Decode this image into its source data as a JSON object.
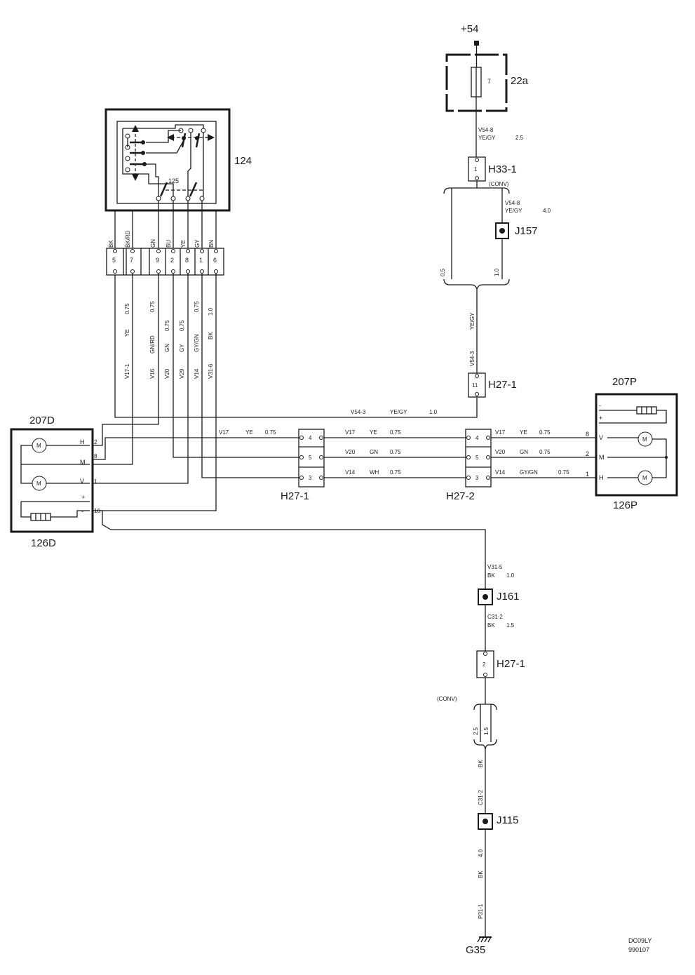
{
  "power": {
    "label": "+54"
  },
  "fuse": {
    "label": "22a",
    "number": "7"
  },
  "components": {
    "c124": "124",
    "c125": "125",
    "c207D": "207D",
    "c126D": "126D",
    "c207P": "207P",
    "c126P": "126P"
  },
  "connectors": {
    "h33": {
      "label": "H33-1",
      "pin": "1"
    },
    "h27_top": {
      "label": "H27-1",
      "pin": "11"
    },
    "h27_left": {
      "label": "H27-1",
      "pins": [
        "4",
        "5",
        "3"
      ]
    },
    "h27_right": {
      "label": "H27-2",
      "pins": [
        "4",
        "5",
        "3"
      ]
    },
    "h27_lower": {
      "label": "H27-1",
      "pin": "2"
    }
  },
  "junctions": {
    "j157": "J157",
    "j161": "J161",
    "j115": "J115"
  },
  "ground": {
    "label": "G35"
  },
  "switch_connector": {
    "pins": [
      {
        "color": "BK",
        "num": "5"
      },
      {
        "color": "BK/RD",
        "num": "7"
      },
      {
        "color": "GN",
        "num": "9"
      },
      {
        "color": "BU",
        "num": "2"
      },
      {
        "color": "YE",
        "num": "8"
      },
      {
        "color": "GY",
        "num": "1"
      },
      {
        "color": "BN",
        "num": "6"
      }
    ]
  },
  "switch_wires": [
    {
      "id": "V17-1",
      "color": "YE",
      "size": "0.75"
    },
    {
      "id": "V16",
      "color": "GN/RD",
      "size": "0.75"
    },
    {
      "id": "V20",
      "color": "GN",
      "size": "0.75"
    },
    {
      "id": "V29",
      "color": "GY",
      "size": "0.75"
    },
    {
      "id": "V14",
      "color": "GY/GN",
      "size": "0.75"
    },
    {
      "id": "V31-6",
      "color": "BK",
      "size": "1.0"
    }
  ],
  "motor_left": {
    "terms": {
      "h": "H",
      "m": "M",
      "v": "V",
      "plus": "+",
      "minus": "-"
    },
    "pins": {
      "h": "2",
      "m": "8",
      "v": "1",
      "minus": "10"
    },
    "motor_symbol": "M"
  },
  "motor_right": {
    "terms": {
      "v": "V",
      "m": "M",
      "h": "H",
      "minus": "-",
      "plus": "+"
    },
    "pins": {
      "v": "8",
      "m": "2",
      "h": "1"
    },
    "motor_symbol": "M"
  },
  "wire_labels": {
    "v548_top": {
      "id": "V54-8",
      "color": "YE/GY",
      "size": "2.5"
    },
    "conv_top": "(CONV)",
    "v548_j157": {
      "id": "V54-8",
      "color": "YE/GY",
      "size": "4.0"
    },
    "split_top_left": "0.5",
    "split_top_right": "1.0",
    "yegy_vert": "YE/GY",
    "v543_vert": "V54-3",
    "v543_horiz": {
      "id": "V54-3",
      "color": "YE/GY",
      "size": "1.0"
    },
    "left_seg": {
      "id": "V17",
      "color": "YE",
      "size": "0.75"
    },
    "mid_row1": {
      "id": "V17",
      "color": "YE",
      "size": "0.75"
    },
    "mid_row2": {
      "id": "V20",
      "color": "GN",
      "size": "0.75"
    },
    "mid_row3": {
      "id": "V14",
      "color": "WH",
      "size": "0.75"
    },
    "right_row1": {
      "id": "V17",
      "color": "YE",
      "size": "0.75"
    },
    "right_row2": {
      "id": "V20",
      "color": "GN",
      "size": "0.75"
    },
    "right_row3": {
      "id": "V14",
      "color": "GY/GN",
      "size": "0.75"
    },
    "v315": {
      "id": "V31-5",
      "color": "BK",
      "size": "1.0"
    },
    "c312": {
      "id": "C31-2",
      "color": "BK",
      "size": "1.5"
    },
    "conv_bottom": "(CONV)",
    "split_bot_left": "2.5",
    "split_bot_right": "1.5",
    "bk_vert1": "BK",
    "c312_vert": "C31-2",
    "size_40": "4.0",
    "bk_vert2": "BK",
    "p311": "P31-1"
  },
  "footer": {
    "code": "DC09LY",
    "date": "990107"
  }
}
